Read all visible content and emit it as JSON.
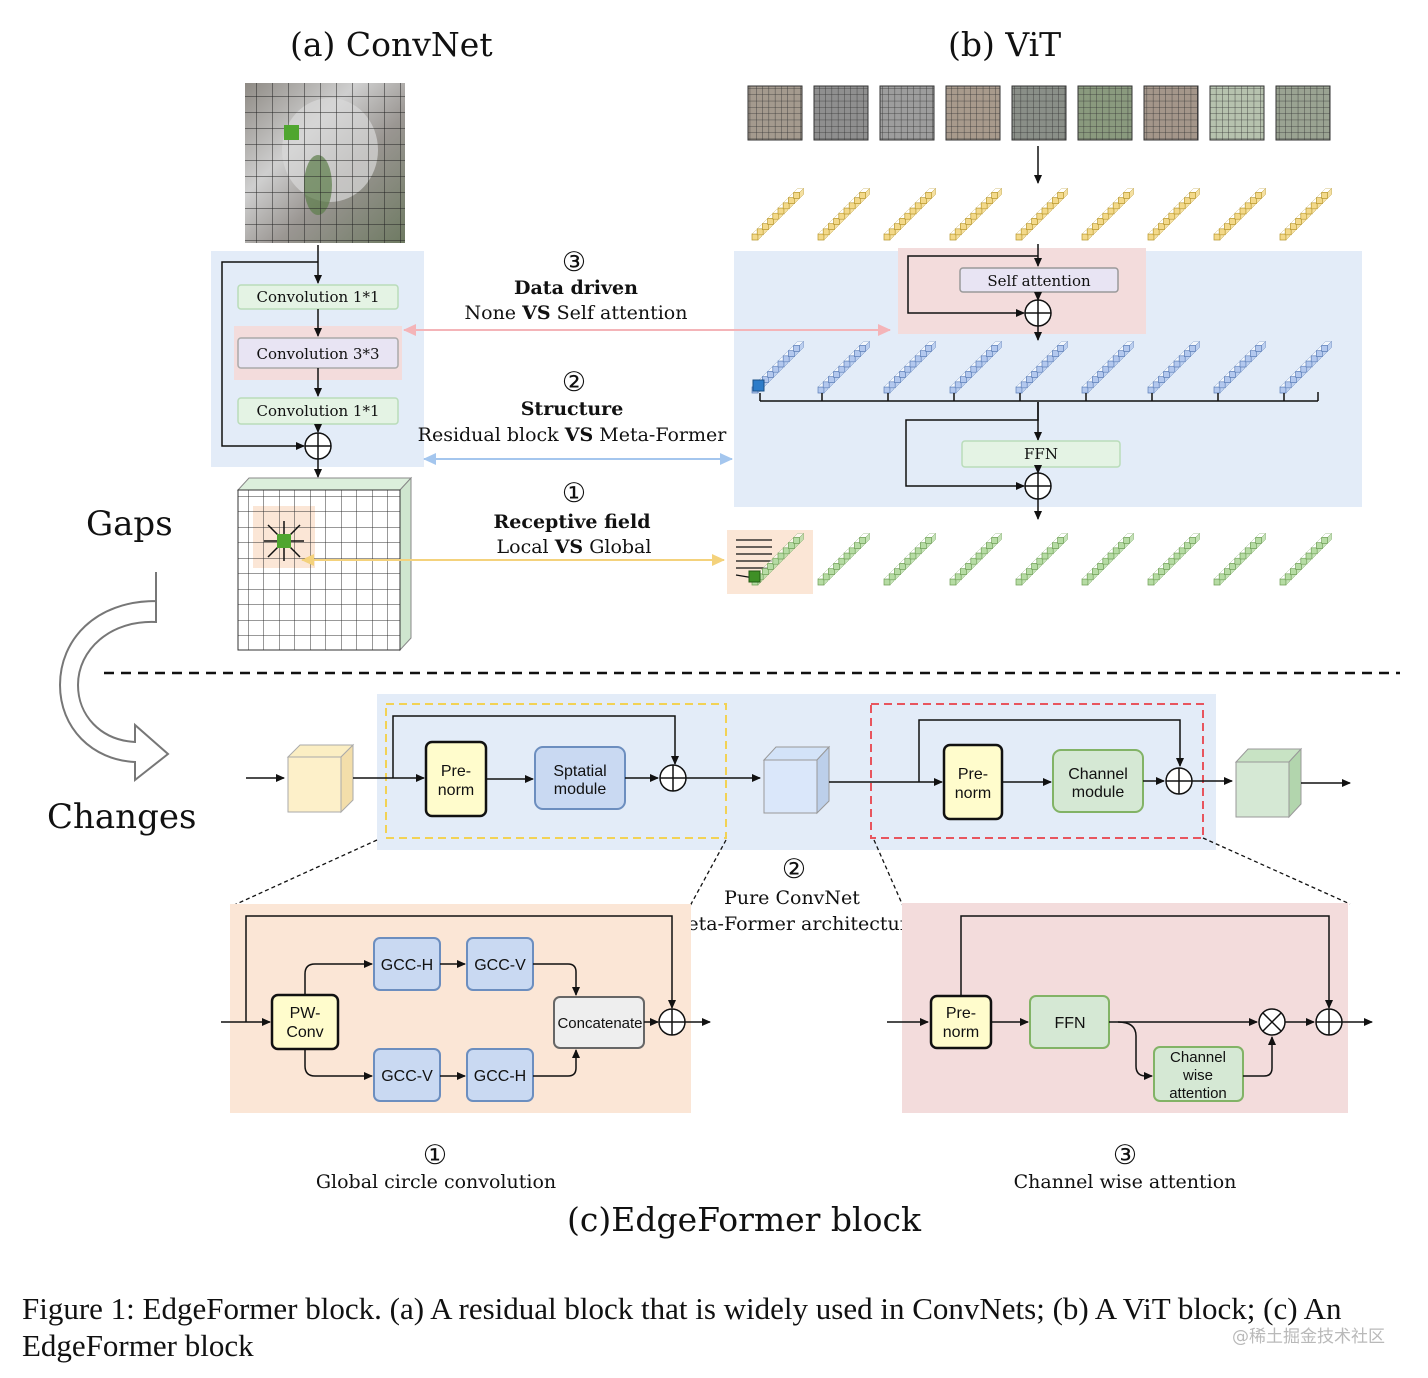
{
  "titles": {
    "convnet": "(a)  ConvNet",
    "vit": "(b) ViT",
    "edgeformer": "(c)EdgeFormer block"
  },
  "side_labels": {
    "gaps": "Gaps",
    "changes": "Changes"
  },
  "convnet_block": {
    "conv1": "Convolution 1*1",
    "conv3": "Convolution 3*3",
    "conv1b": "Convolution 1*1"
  },
  "vit_block": {
    "self_attention": "Self attention",
    "ffn": "FFN"
  },
  "gaps": {
    "data_driven": {
      "num": "③",
      "title": "Data driven",
      "pre": "None ",
      "vs": "VS",
      "post": " Self attention"
    },
    "structure": {
      "num": "②",
      "title": "Structure",
      "pre": "Residual block ",
      "vs": "VS",
      "post": " Meta-Former"
    },
    "receptive": {
      "num": "①",
      "title": "Receptive field",
      "pre": "Local ",
      "vs": "VS",
      "post": " Global"
    }
  },
  "edgeformer": {
    "prenorm": "Pre-\nnorm",
    "spatial": "Sptatial\nmodule",
    "channel": "Channel\nmodule",
    "pure_num": "②",
    "pure_1": "Pure ConvNet",
    "pure_2": "Meta-Former architecture",
    "gcc": {
      "pw": "PW-\nConv",
      "gcc_h": "GCC-H",
      "gcc_v": "GCC-V",
      "concat": "Concatenate",
      "num": "①",
      "label": "Global circle convolution"
    },
    "cwa": {
      "prenorm": "Pre-\nnorm",
      "ffn": "FFN",
      "attn": "Channel\nwise\nattention",
      "num": "③",
      "label": "Channel wise attention"
    }
  },
  "caption": "Figure 1: EdgeFormer block. (a) A residual block that is widely used in ConvNets; (b) A ViT block; (c) An EdgeFormer block",
  "watermark": "@稀土掘金技术社区",
  "colors": {
    "panel_blue": "#e3ecf8",
    "panel_pink": "#f3dcdc",
    "panel_peach": "#fbe6d6",
    "conv_green": "#e4f3e4",
    "token_yellow": "#f3d98a",
    "token_blue": "#b3c8ee",
    "token_green": "#b6dca4",
    "prenorm_fill": "#fffccc",
    "gcc_fill": "#c9d9f2",
    "channel_fill": "#d5e8d4",
    "arrow_pink": "#f4b4b8",
    "arrow_blue": "#a4c6ee",
    "arrow_yellow": "#f4d27c"
  }
}
